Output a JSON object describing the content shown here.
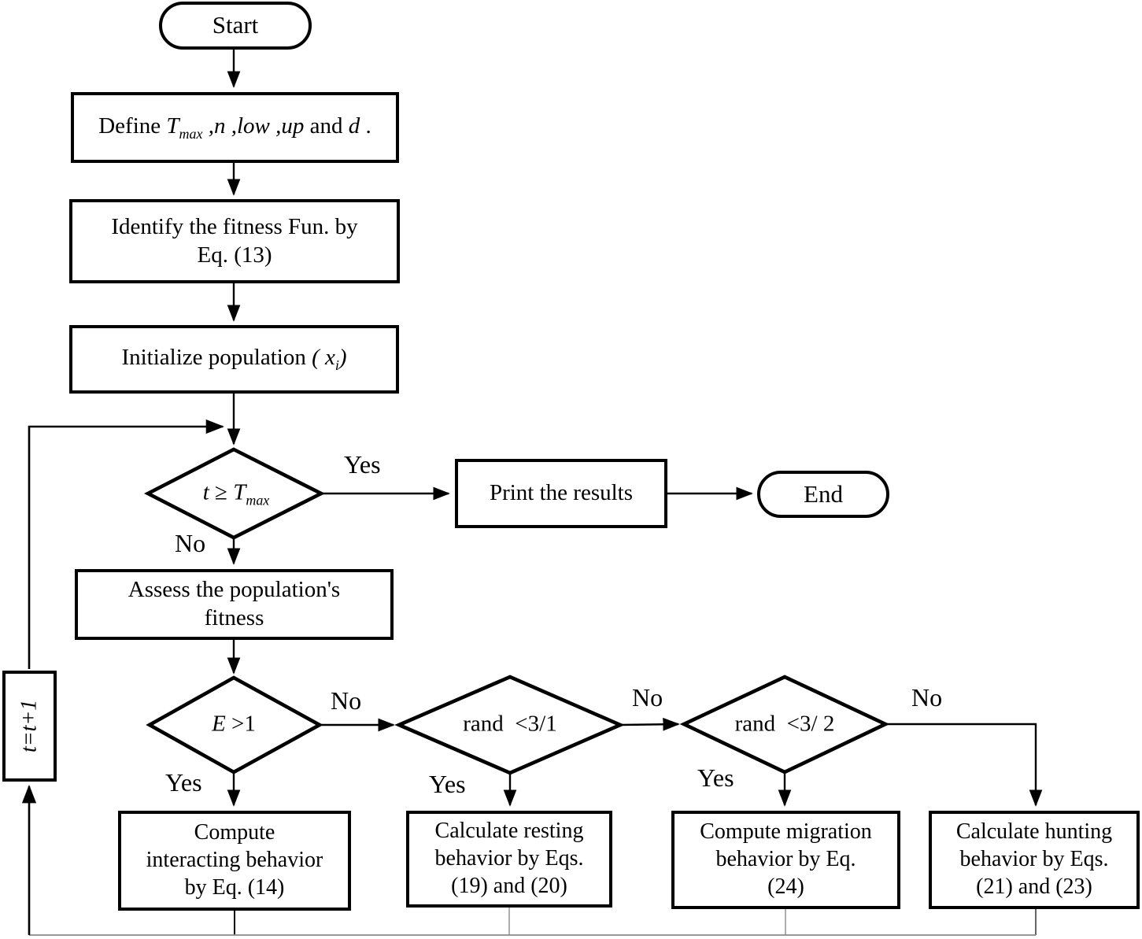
{
  "title": "Optimization algorithm flowchart",
  "colors": {
    "line": "#000000",
    "background": "#ffffff",
    "shape_fill": "#ffffff"
  },
  "nodes": {
    "start": {
      "label": "Start",
      "type": "terminator"
    },
    "define": {
      "type": "process",
      "seg": [
        "Define ",
        "T",
        "max",
        " ,n ,low ,up",
        " and ",
        "d",
        " ."
      ]
    },
    "identify": {
      "type": "process",
      "lines": [
        "Identify the fitness Fun. by",
        "Eq. (13)"
      ]
    },
    "initialize": {
      "type": "process",
      "seg": [
        "Initialize population ",
        "( x",
        "i",
        ")"
      ]
    },
    "d1": {
      "type": "decision",
      "seg": [
        "t ",
        "≥ ",
        "T",
        "max"
      ]
    },
    "print": {
      "type": "process",
      "label": "Print the results"
    },
    "end": {
      "label": "End",
      "type": "terminator"
    },
    "assess": {
      "type": "process",
      "lines": [
        "Assess the population's",
        "fitness"
      ]
    },
    "d2": {
      "type": "decision",
      "seg": [
        "E ",
        ">1"
      ]
    },
    "d3": {
      "type": "decision",
      "label": "rand  <3/1"
    },
    "d4": {
      "type": "decision",
      "label": "rand  <3/ 2"
    },
    "boxA": {
      "type": "process",
      "lines": [
        "Compute",
        "interacting behavior",
        "by Eq. (14)"
      ]
    },
    "boxB": {
      "type": "process",
      "lines": [
        "Calculate resting",
        "behavior by Eqs.",
        "(19) and (20)"
      ]
    },
    "boxC": {
      "type": "process",
      "lines": [
        "Compute migration",
        "behavior by Eq.",
        "(24)"
      ]
    },
    "boxD": {
      "type": "process",
      "lines": [
        "Calculate hunting",
        "behavior by Eqs.",
        "(21) and (23)"
      ]
    },
    "loop": {
      "type": "process",
      "label": "t=t+1"
    }
  },
  "edge_labels": {
    "d1_yes": "Yes",
    "d1_no": "No",
    "d2_no": "No",
    "d2_yes": "Yes",
    "d3_no": "No",
    "d3_yes": "Yes",
    "d4_no": "No",
    "d4_yes": "Yes"
  }
}
